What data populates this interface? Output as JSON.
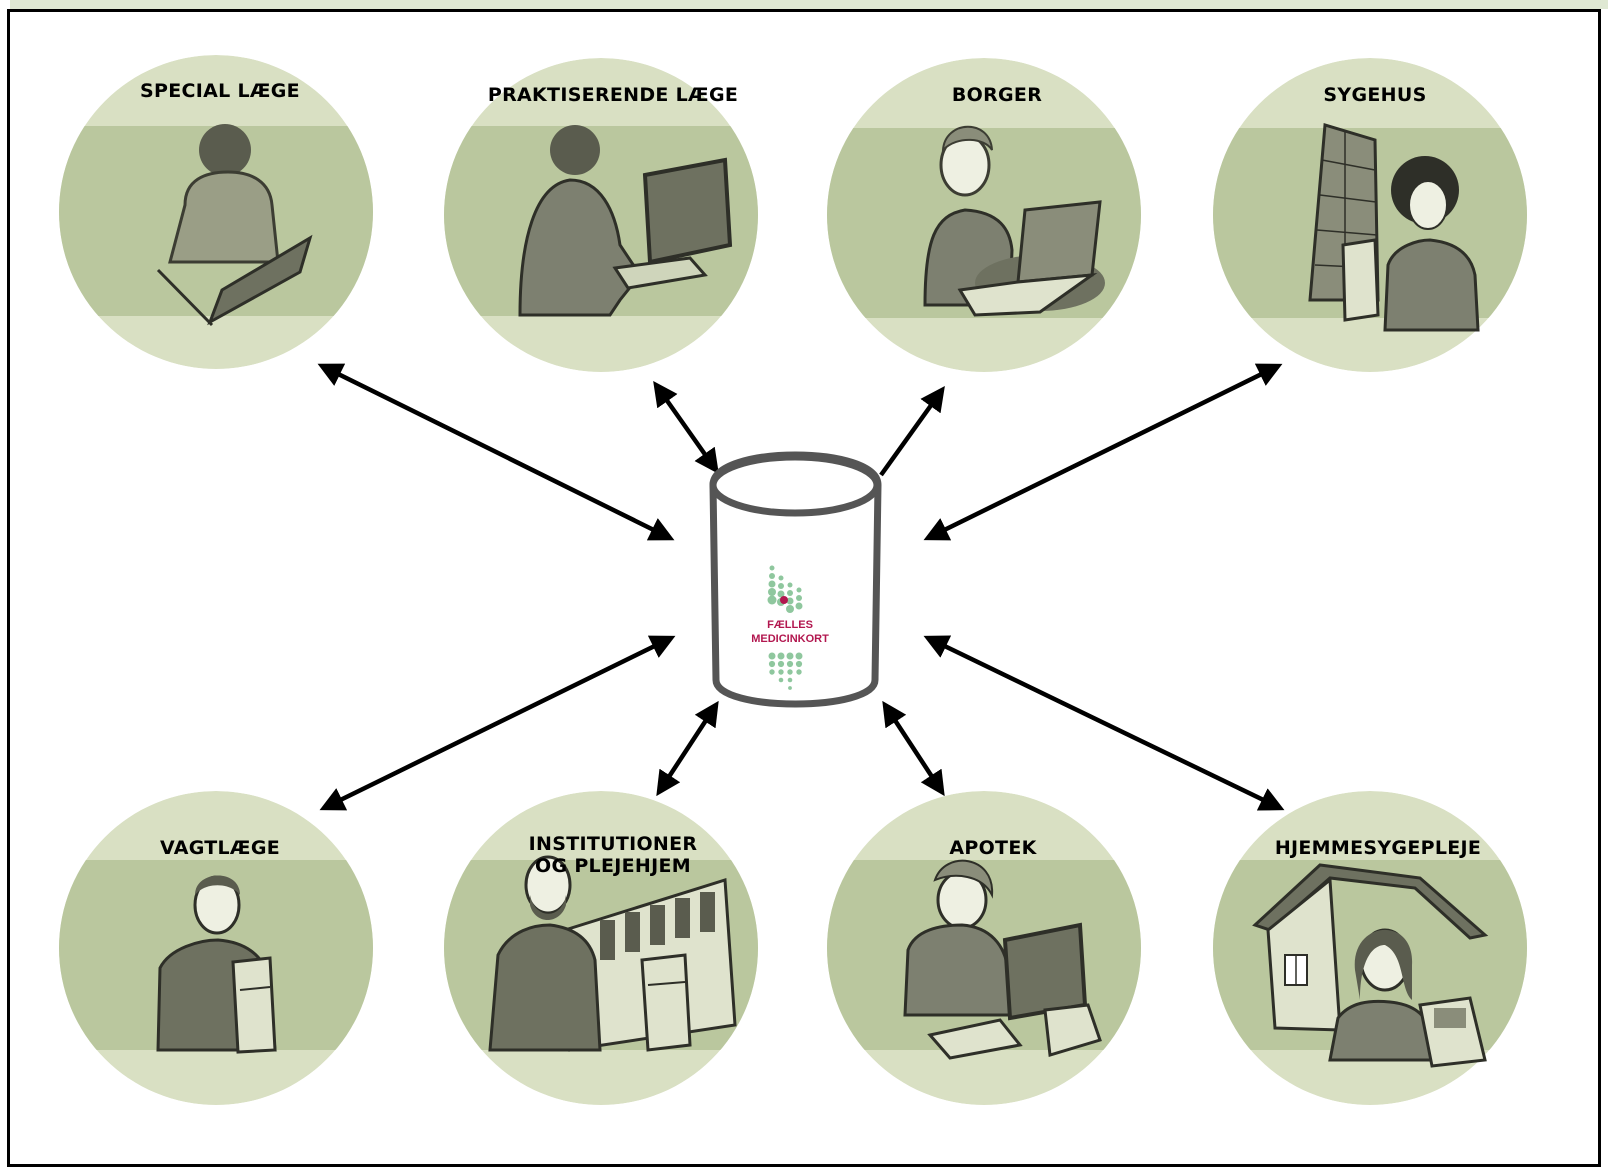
{
  "colors": {
    "circle_light": "#d9e0c3",
    "circle_band": "#bac79e",
    "figure_dark": "#5a5c4e",
    "figure_mid": "#7d8070",
    "arrow": "#000000",
    "logo_green": "#8fc79e",
    "logo_red": "#b2174f"
  },
  "hub": {
    "logo_line1": "FÆLLES",
    "logo_line2": "MEDICINKORT",
    "icon": "database-cylinder-icon"
  },
  "nodes": [
    {
      "id": "special-laege",
      "label": "SPECIAL LÆGE",
      "icon": "doctor-laptop-icon"
    },
    {
      "id": "praktiserende-laege",
      "label": "PRAKTISERENDE LÆGE",
      "icon": "doctor-computer-icon"
    },
    {
      "id": "borger",
      "label": "BORGER",
      "icon": "citizen-laptop-icon"
    },
    {
      "id": "sygehus",
      "label": "SYGEHUS",
      "icon": "hospital-icon"
    },
    {
      "id": "vagtlaege",
      "label": "VAGTLÆGE",
      "icon": "doctor-server-icon"
    },
    {
      "id": "institutioner",
      "label": "INSTITUTIONER",
      "label2": "OG PLEJEHJEM",
      "icon": "nursing-home-icon"
    },
    {
      "id": "apotek",
      "label": "APOTEK",
      "icon": "pharmacist-computer-icon"
    },
    {
      "id": "hjemmesygepleje",
      "label": "HJEMMESYGEPLEJE",
      "icon": "home-nurse-pda-icon"
    }
  ]
}
